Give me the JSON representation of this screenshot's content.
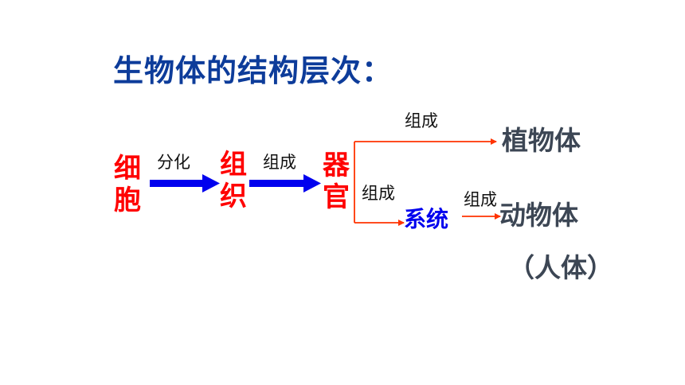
{
  "title": "生物体的结构层次：",
  "nodes": {
    "cell": [
      "细",
      "胞"
    ],
    "tissue": [
      "组",
      "织"
    ],
    "organ": [
      "器",
      "官"
    ],
    "system": "系统",
    "plant": "植物体",
    "animal": "动物体",
    "human": "（人体）"
  },
  "edges": {
    "differentiation": "分化",
    "compose_tissue_organ": "组成",
    "compose_organ_plant": "组成",
    "compose_organ_system": "组成",
    "compose_system_animal": "组成"
  },
  "colors": {
    "title": "#0d3c9a",
    "level_text": "#ff0000",
    "thick_arrow": "#0000ee",
    "thin_arrow": "#ff3300",
    "system_text": "#0000ee",
    "organism_text": "#3c4654"
  }
}
